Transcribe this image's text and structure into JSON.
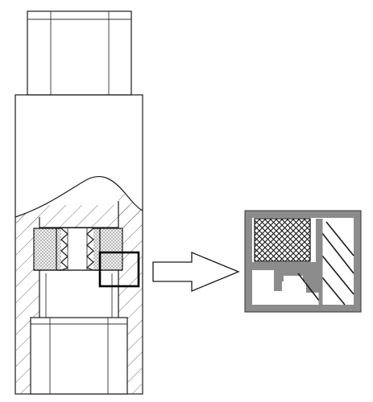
{
  "figure": {
    "description_shown_text": [],
    "colors": {
      "line": "#1a1a1a",
      "hatch": "#7a7a7a",
      "seal_fill": "#d9d9d9",
      "detail_frame": "#8c8c8c",
      "detail_inner": "#ffffff",
      "highlight_box": "#000000"
    },
    "parts": {
      "top_stem": "hex-stem",
      "main_body": "sleeve-body",
      "cut_section": "hatched-cross-section",
      "seal_ring": "dotted-seal-ring",
      "bottom_socket": "socket-end",
      "callout_box": "detail-highlight",
      "arrow": "callout-arrow",
      "detail_view": "magnified-seal-detail"
    }
  }
}
